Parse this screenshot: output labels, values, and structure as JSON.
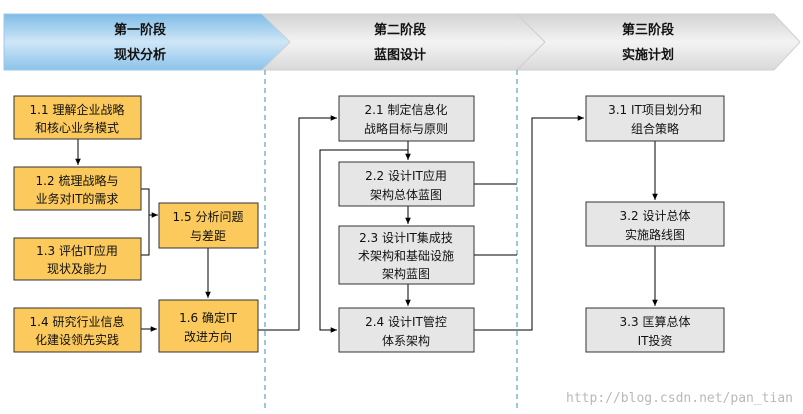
{
  "phases": [
    {
      "line1": "第一阶段",
      "line2": "现状分析"
    },
    {
      "line1": "第二阶段",
      "line2": "蓝图设计"
    },
    {
      "line1": "第三阶段",
      "line2": "实施计划"
    }
  ],
  "phase1": {
    "b11": {
      "line1": "1.1 理解企业战略",
      "line2": "和核心业务模式"
    },
    "b12": {
      "line1": "1.2 梳理战略与",
      "line2": "业务对IT的需求"
    },
    "b13": {
      "line1": "1.3 评估IT应用",
      "line2": "现状及能力"
    },
    "b14": {
      "line1": "1.4 研究行业信息",
      "line2": "化建设领先实践"
    },
    "b15": {
      "line1": "1.5 分析问题",
      "line2": "与差距"
    },
    "b16": {
      "line1": "1.6 确定IT",
      "line2": "改进方向"
    }
  },
  "phase2": {
    "b21": {
      "line1": "2.1 制定信息化",
      "line2": "战略目标与原则"
    },
    "b22": {
      "line1": "2.2 设计IT应用",
      "line2": "架构总体蓝图"
    },
    "b23": {
      "line1": "2.3 设计IT集成技",
      "line2": "术架构和基础设施",
      "line3": "架构蓝图"
    },
    "b24": {
      "line1": "2.4 设计IT管控",
      "line2": "体系架构"
    }
  },
  "phase3": {
    "b31": {
      "line1": "3.1 IT项目划分和",
      "line2": "组合策略"
    },
    "b32": {
      "line1": "3.2 设计总体",
      "line2": "实施路线图"
    },
    "b33": {
      "line1": "3.3 匡算总体",
      "line2": "IT投资"
    }
  },
  "watermark": "http://blog.csdn.net/pan_tian",
  "colors": {
    "phase_active": "#a9d3ef",
    "phase_inactive": "#e3e3e3",
    "box_orange": "#fbc95c",
    "box_gray": "#e6e6e6",
    "divider": "#3d8fb2",
    "line": "#000000"
  }
}
